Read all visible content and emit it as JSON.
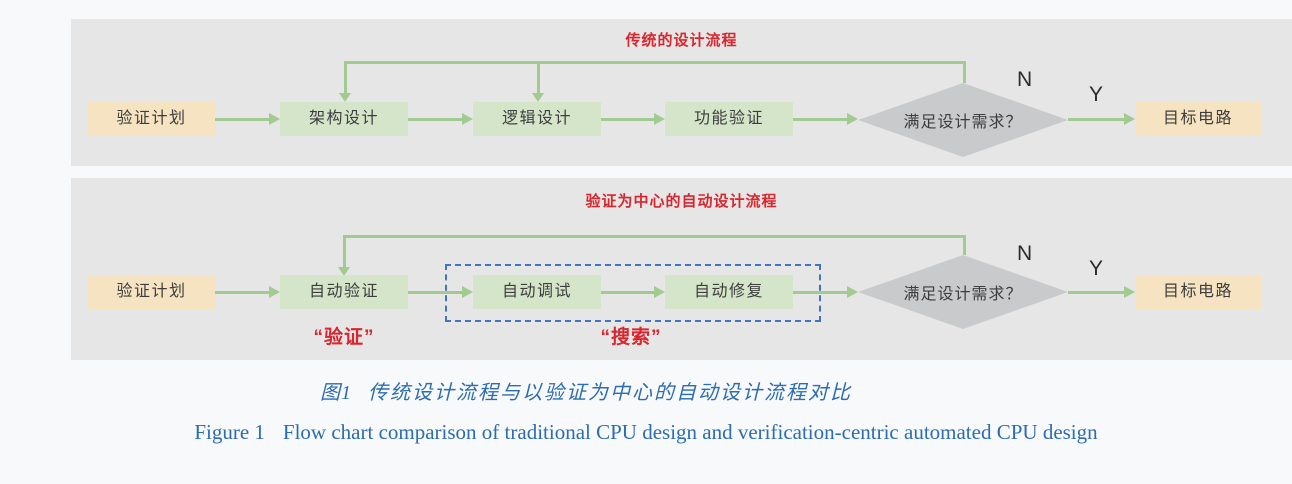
{
  "colors": {
    "page_bg": "#f8f9fa",
    "panel_bg": "#e6e6e6",
    "plan_box": "#f5e3c1",
    "process_box": "#d5e5ca",
    "arrow_green": "#a2cb92",
    "diamond_gray": "#c9cacb",
    "title_red": "#d9262e",
    "caption_blue": "#2b6cb3",
    "dashed_blue": "#4472c4",
    "node_text": "#3d3d3d"
  },
  "panel_top": {
    "title": "传统的设计流程",
    "nodes": {
      "plan": "验证计划",
      "arch": "架构设计",
      "logic": "逻辑设计",
      "verify": "功能验证",
      "decision": "满足设计需求？",
      "target": "目标电路"
    },
    "no_label": "N",
    "yes_label": "Y"
  },
  "panel_bottom": {
    "title": "验证为中心的自动设计流程",
    "nodes": {
      "plan": "验证计划",
      "auto_verify": "自动验证",
      "auto_debug": "自动调试",
      "auto_repair": "自动修复",
      "decision": "满足设计需求？",
      "target": "目标电路"
    },
    "no_label": "N",
    "yes_label": "Y",
    "annotations": {
      "verify": "“验证”",
      "search": "“搜索”"
    }
  },
  "caption": {
    "zh_label": "图1",
    "zh_text": "传统设计流程与以验证为中心的自动设计流程对比",
    "en_label": "Figure 1",
    "en_text": "Flow chart comparison of traditional CPU design and verification-centric automated CPU design"
  }
}
